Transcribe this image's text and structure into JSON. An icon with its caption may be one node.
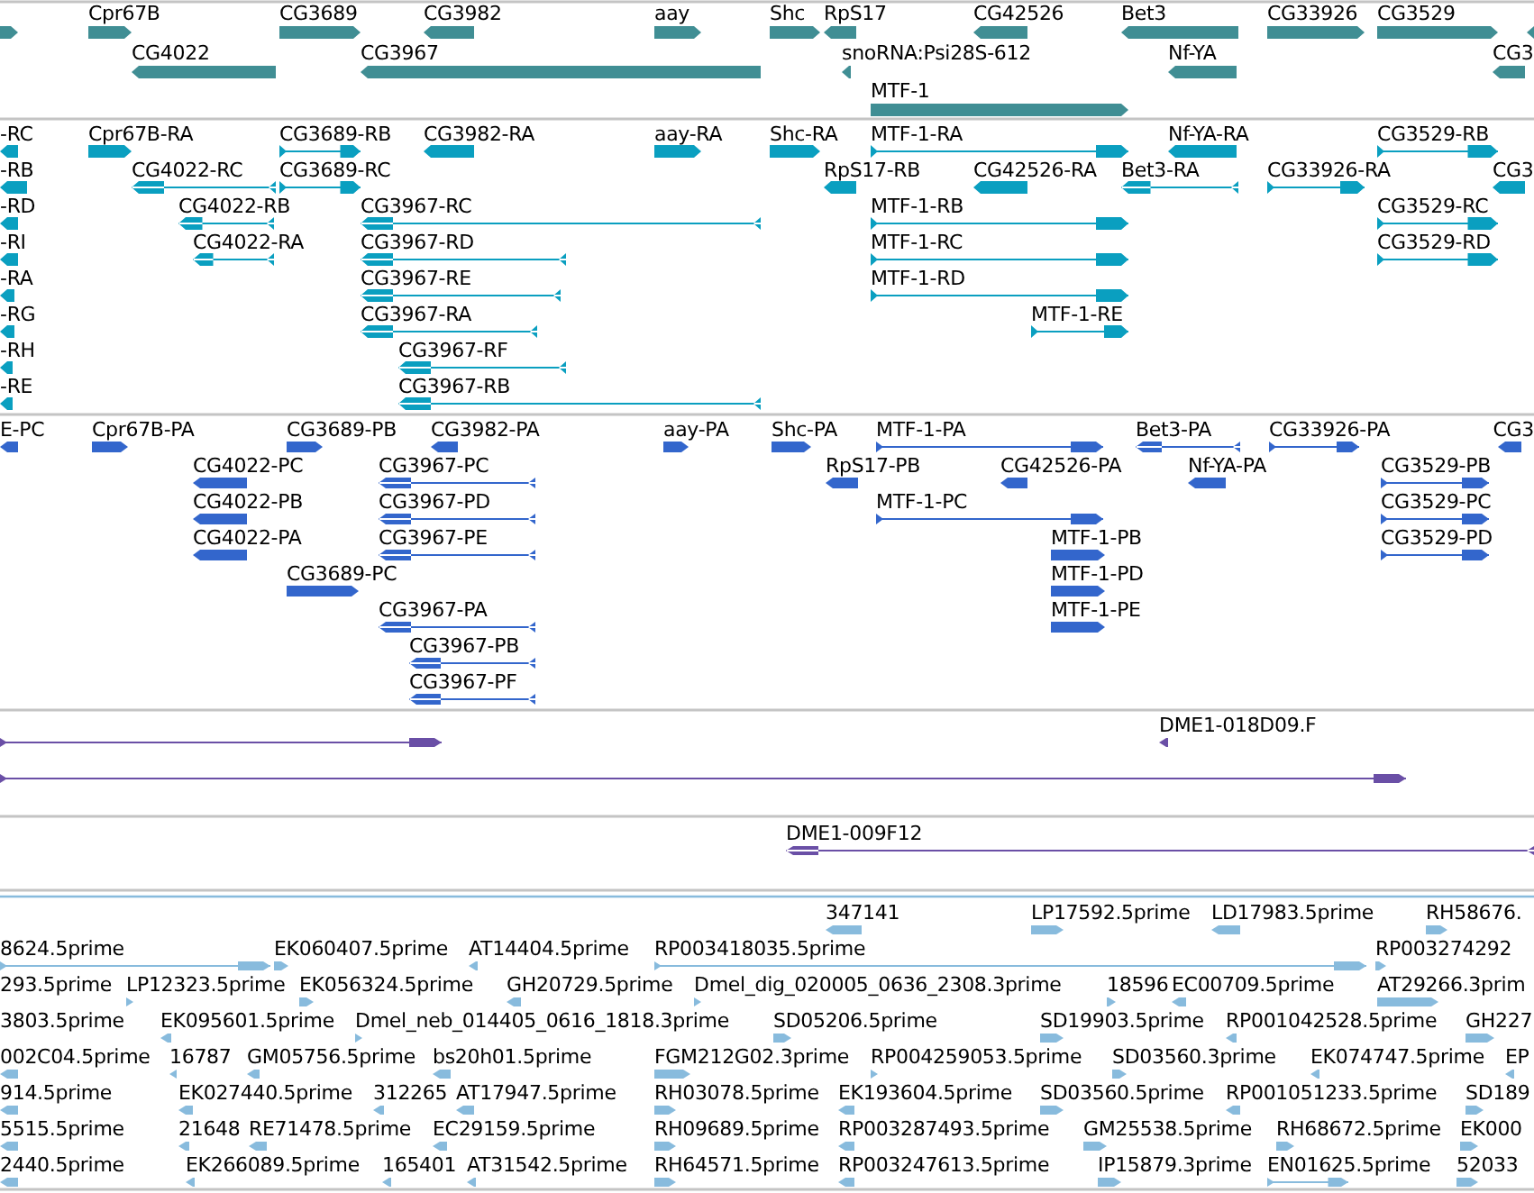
{
  "diagram": {
    "labels": [
      "Cpr67B",
      "CG3689",
      "CG3982",
      "aay",
      "Shc",
      "RpS17",
      "CG42526",
      "Bet3",
      "CG33926",
      "CG3529",
      "CG4022",
      "CG3967",
      "snoRNA:Psi28S-612",
      "Nf-YA",
      "CG3",
      "MTF-1",
      "-RC",
      "Cpr67B-RA",
      "CG3689-RB",
      "CG3982-RA",
      "aay-RA",
      "Shc-RA",
      "MTF-1-RA",
      "Nf-YA-RA",
      "CG3529-RB",
      "-RB",
      "CG4022-RC",
      "CG3689-RC",
      "RpS17-RB",
      "CG42526-RA",
      "Bet3-RA",
      "CG33926-RA",
      "CG3",
      "-RD",
      "CG4022-RB",
      "CG3967-RC",
      "MTF-1-RB",
      "CG3529-RC",
      "-RI",
      "CG4022-RA",
      "CG3967-RD",
      "MTF-1-RC",
      "CG3529-RD",
      "-RA",
      "CG3967-RE",
      "MTF-1-RD",
      "-RG",
      "CG3967-RA",
      "MTF-1-RE",
      "-RH",
      "CG3967-RF",
      "-RE",
      "CG3967-RB",
      "E-PC",
      "Cpr67B-PA",
      "CG3689-PB",
      "CG3982-PA",
      "aay-PA",
      "Shc-PA",
      "MTF-1-PA",
      "Bet3-PA",
      "CG33926-PA",
      "CG3",
      "CG4022-PC",
      "CG3967-PC",
      "RpS17-PB",
      "CG42526-PA",
      "Nf-YA-PA",
      "CG3529-PB",
      "CG4022-PB",
      "CG3967-PD",
      "MTF-1-PC",
      "CG3529-PC",
      "CG4022-PA",
      "CG3967-PE",
      "MTF-1-PB",
      "CG3529-PD",
      "CG3689-PC",
      "MTF-1-PD",
      "CG3967-PA",
      "MTF-1-PE",
      "CG3967-PB",
      "CG3967-PF",
      "DME1-018D09.F",
      "DME1-009F12",
      "347141",
      "LP17592.5prime",
      "LD17983.5prime",
      "RH58676.",
      "8624.5prime",
      "EK060407.5prime",
      "AT14404.5prime",
      "RP003418035.5prime",
      "RP003274292",
      "293.5prime",
      "LP12323.5prime",
      "EK056324.5prime",
      "GH20729.5prime",
      "Dmel_dig_020005_0636_2308.3prime",
      "18596",
      "EC00709.5prime",
      "AT29266.3prim",
      "3803.5prime",
      "EK095601.5prime",
      "Dmel_neb_014405_0616_1818.3prime",
      "SD05206.5prime",
      "SD19903.5prime",
      "RP001042528.5prime",
      "GH227",
      "002C04.5prime",
      "16787",
      "GM05756.5prime",
      "bs20h01.5prime",
      "FGM212G02.3prime",
      "RP004259053.5prime",
      "SD03560.3prime",
      "EK074747.5prime",
      "EP",
      "914.5prime",
      "EK027440.5prime",
      "312265",
      "AT17947.5prime",
      "RH03078.5prime",
      "EK193604.5prime",
      "SD03560.5prime",
      "RP001051233.5prime",
      "SD189",
      "5515.5prime",
      "21648",
      "RE71478.5prime",
      "EC29159.5prime",
      "RH09689.5prime",
      "RP003287493.5prime",
      "GM25538.5prime",
      "RH68672.5prime",
      "EK000",
      "2440.5prime",
      "EK266089.5prime",
      "165401",
      "AT31542.5prime",
      "RH64571.5prime",
      "RP003247613.5prime",
      "IP15879.3prime",
      "EN01625.5prime",
      "52033"
    ]
  }
}
